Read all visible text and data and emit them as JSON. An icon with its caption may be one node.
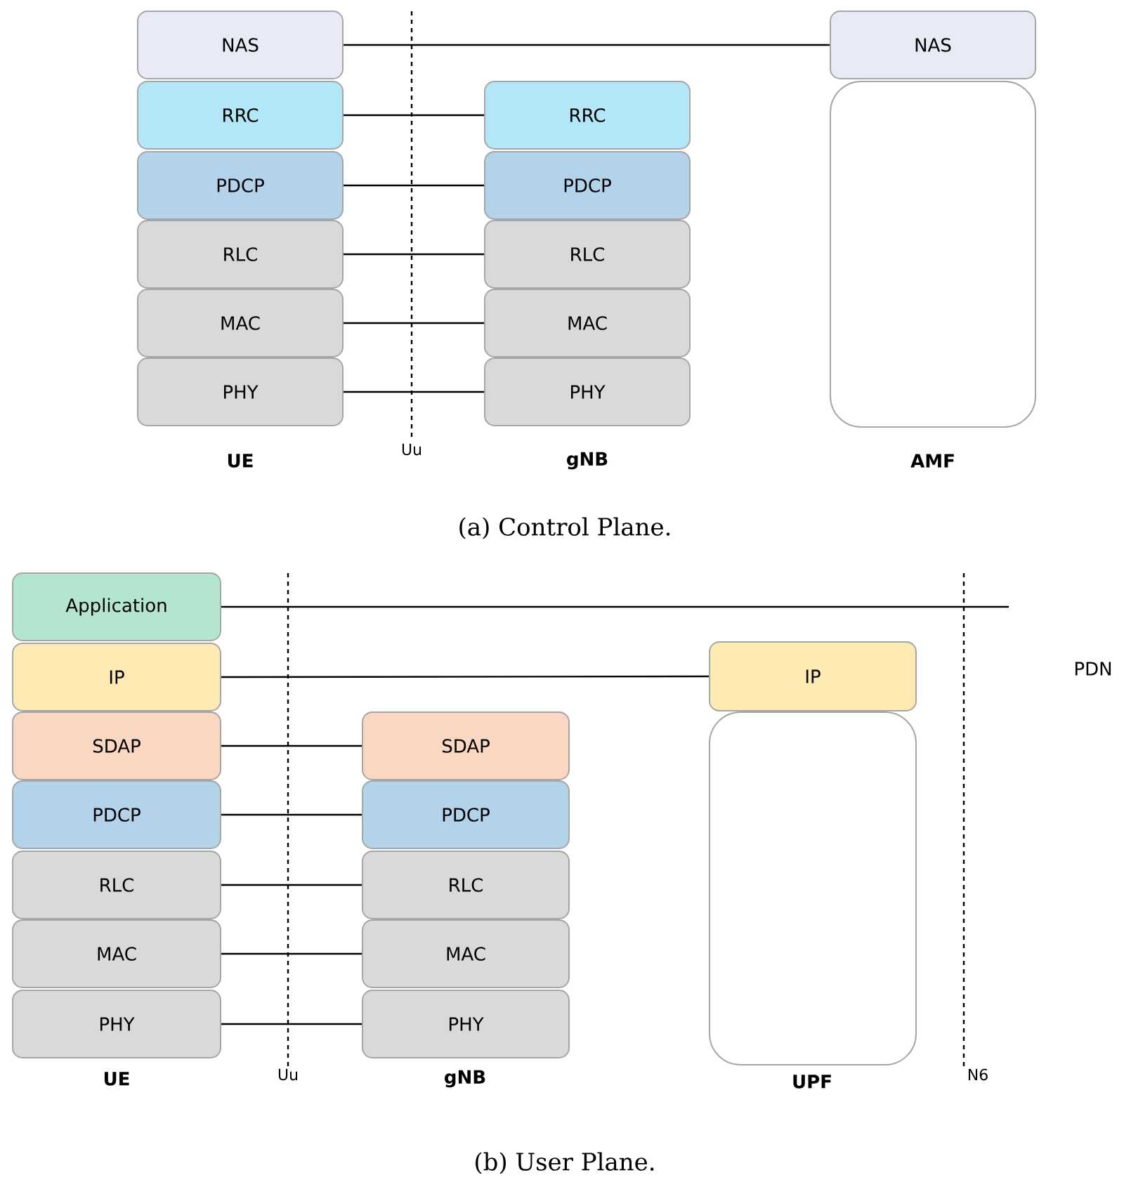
{
  "diagram": {
    "nodes": [
      {
        "text": [
          "NAS"
        ]
      },
      {
        "text": [
          "NAS"
        ]
      },
      {
        "text": [
          "RRC"
        ]
      },
      {
        "text": [
          "RRC"
        ]
      },
      {
        "text": [],
        "shape": "box"
      },
      {
        "text": [
          "PDCP"
        ]
      },
      {
        "text": [
          "PDCP"
        ]
      },
      {
        "text": [
          "RLC"
        ]
      },
      {
        "text": [
          "RLC"
        ]
      },
      {
        "text": [
          "MAC"
        ]
      },
      {
        "text": [
          "MAC"
        ]
      },
      {
        "text": [
          "PHY"
        ]
      },
      {
        "text": [
          "PHY"
        ]
      },
      {
        "text": [
          "Application"
        ]
      },
      {
        "text": [
          "IP"
        ]
      },
      {
        "text": [
          "IP"
        ]
      },
      {
        "text": [
          "SDAP"
        ]
      },
      {
        "text": [
          "SDAP"
        ]
      },
      {
        "text": [],
        "shape": "box"
      },
      {
        "text": [
          "PDCP"
        ]
      },
      {
        "text": [
          "PDCP"
        ]
      },
      {
        "text": [
          "RLC"
        ]
      },
      {
        "text": [
          "RLC"
        ]
      },
      {
        "text": [
          "MAC"
        ]
      },
      {
        "text": [
          "MAC"
        ]
      },
      {
        "text": [
          "PHY"
        ]
      },
      {
        "text": [
          "PHY"
        ]
      }
    ],
    "edges": [
      {
        "from": 0,
        "to": 1,
        "arrow": "none"
      },
      {
        "from": 2,
        "to": 3,
        "arrow": "none"
      },
      {
        "from": 5,
        "to": 6,
        "arrow": "none"
      },
      {
        "from": 7,
        "to": 8,
        "arrow": "none"
      },
      {
        "from": 9,
        "to": 10,
        "arrow": "none"
      },
      {
        "from": 11,
        "to": 12,
        "arrow": "none"
      },
      {
        "from": 13,
        "to": null,
        "arrow": "none"
      },
      {
        "from": 14,
        "to": 15,
        "arrow": "none"
      },
      {
        "from": 16,
        "to": 17,
        "arrow": "none"
      },
      {
        "from": 19,
        "to": 20,
        "arrow": "none"
      },
      {
        "from": 21,
        "to": 22,
        "arrow": "none"
      },
      {
        "from": 23,
        "to": 24,
        "arrow": "none"
      },
      {
        "from": 25,
        "to": 26,
        "arrow": "none"
      }
    ],
    "labels": [
      "UE",
      "Uu",
      "gNB",
      "AMF",
      "(a) Control Plane.",
      "PDN",
      "UE",
      "Uu",
      "gNB",
      "UPF",
      "N6",
      "(b) User Plane."
    ]
  }
}
